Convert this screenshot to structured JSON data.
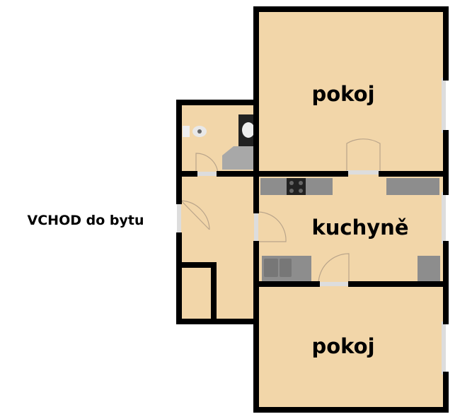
{
  "labels": {
    "room_top": "pokoj",
    "kitchen": "kuchyně",
    "room_bottom": "pokoj",
    "entrance": "VCHOD do bytu"
  },
  "colors": {
    "floor": "#f2d6a9",
    "wall": "#000000",
    "fixture": "#8a8a8a"
  }
}
